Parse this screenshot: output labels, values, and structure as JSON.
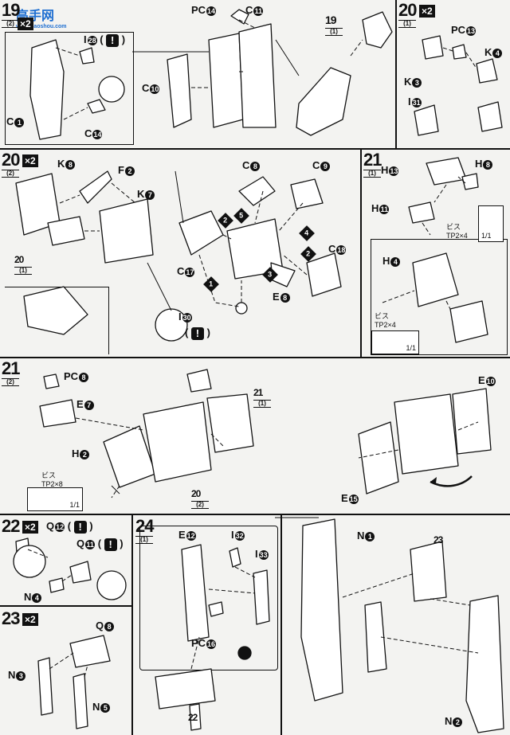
{
  "watermark": {
    "brand": "高手网",
    "url": "www.gaoshou.com"
  },
  "steps": {
    "s19a": {
      "num": "19",
      "sub": "(2)",
      "mult": "×2"
    },
    "s19b": {
      "num": "19",
      "sub": "(1)"
    },
    "s20a": {
      "num": "20",
      "sub": "(1)",
      "mult": "×2"
    },
    "s20b": {
      "num": "20",
      "sub": "(2)",
      "mult": "×2"
    },
    "s20ref": {
      "num": "20",
      "sub": "(1)"
    },
    "s21a": {
      "num": "21",
      "sub": "(1)"
    },
    "s21b": {
      "num": "21",
      "sub": "(2)"
    },
    "s21ref": {
      "num": "21",
      "sub": "(1)"
    },
    "s20ref2": {
      "num": "20",
      "sub": "(2)"
    },
    "s22": {
      "num": "22",
      "mult": "×2"
    },
    "s23": {
      "num": "23",
      "mult": "×2"
    },
    "s24": {
      "num": "24",
      "sub": "(1)"
    },
    "s23ref": {
      "num": "23"
    },
    "s22ref": {
      "num": "22"
    }
  },
  "labels": {
    "pc14": {
      "l": "PC",
      "n": "14"
    },
    "c11": {
      "l": "C",
      "n": "11"
    },
    "i28": {
      "l": "I",
      "n": "28"
    },
    "c10": {
      "l": "C",
      "n": "10"
    },
    "c1": {
      "l": "C",
      "n": "1"
    },
    "c14": {
      "l": "C",
      "n": "14"
    },
    "pc13": {
      "l": "PC",
      "n": "13"
    },
    "k4": {
      "l": "K",
      "n": "4"
    },
    "k3": {
      "l": "K",
      "n": "3"
    },
    "i31": {
      "l": "I",
      "n": "31"
    },
    "k8": {
      "l": "K",
      "n": "8"
    },
    "f2": {
      "l": "F",
      "n": "2"
    },
    "k7": {
      "l": "K",
      "n": "7"
    },
    "c8": {
      "l": "C",
      "n": "8"
    },
    "c9": {
      "l": "C",
      "n": "9"
    },
    "c18": {
      "l": "C",
      "n": "18"
    },
    "c17": {
      "l": "C",
      "n": "17"
    },
    "e8": {
      "l": "E",
      "n": "8"
    },
    "i30": {
      "l": "I",
      "n": "30"
    },
    "h13": {
      "l": "H",
      "n": "13"
    },
    "h8": {
      "l": "H",
      "n": "8"
    },
    "h11": {
      "l": "H",
      "n": "11"
    },
    "h4": {
      "l": "H",
      "n": "4"
    },
    "pc8": {
      "l": "PC",
      "n": "8"
    },
    "e7": {
      "l": "E",
      "n": "7"
    },
    "h2": {
      "l": "H",
      "n": "2"
    },
    "e10": {
      "l": "E",
      "n": "10"
    },
    "e15": {
      "l": "E",
      "n": "15"
    },
    "q12": {
      "l": "Q",
      "n": "12"
    },
    "q11": {
      "l": "Q",
      "n": "11"
    },
    "n4": {
      "l": "N",
      "n": "4"
    },
    "q8": {
      "l": "Q",
      "n": "8"
    },
    "n3": {
      "l": "N",
      "n": "3"
    },
    "n5": {
      "l": "N",
      "n": "5"
    },
    "e12": {
      "l": "E",
      "n": "12"
    },
    "i32": {
      "l": "I",
      "n": "32"
    },
    "i33": {
      "l": "I",
      "n": "33"
    },
    "pc16": {
      "l": "PC",
      "n": "16"
    },
    "n1": {
      "l": "N",
      "n": "1"
    },
    "n2": {
      "l": "N",
      "n": "2"
    }
  },
  "order": [
    "1",
    "2",
    "3",
    "4",
    "5",
    "2"
  ],
  "screws": {
    "a": {
      "label": "ビス",
      "spec": "TP2×4",
      "count": "1/1"
    },
    "b": {
      "label": "ビス",
      "spec": "TP2×4",
      "count": "1/1"
    },
    "c": {
      "label": "ビス",
      "spec": "TP2×8",
      "count": "1/1"
    }
  },
  "caution": "!"
}
